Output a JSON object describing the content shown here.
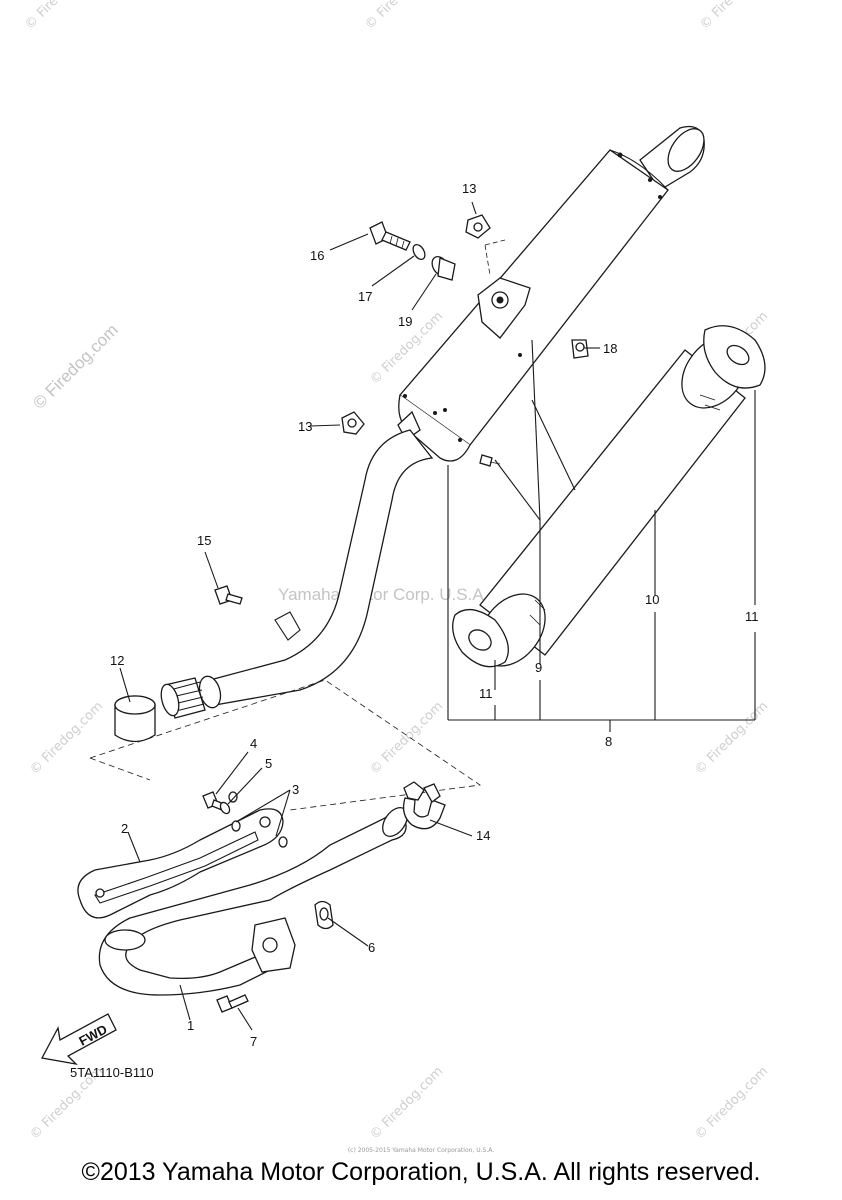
{
  "callouts": {
    "c1": "1",
    "c2": "2",
    "c3": "3",
    "c4": "4",
    "c5": "5",
    "c6": "6",
    "c7": "7",
    "c8": "8",
    "c9": "9",
    "c10": "10",
    "c11a": "11",
    "c11b": "11",
    "c12": "12",
    "c13a": "13",
    "c13b": "13",
    "c14": "14",
    "c15": "15",
    "c16": "16",
    "c17": "17",
    "c18": "18",
    "c19": "19"
  },
  "fwd_label": "FWD",
  "diagram_code": "5TA1110-B110",
  "center_watermark": "Yamaha Motor Corp. U.S.A.",
  "side_watermark": "© Firedog.com",
  "tile_watermark": "© Firedog.com",
  "footer_small": "(c) 2005-2015 Yamaha Motor Corporation, U.S.A.",
  "copyright": "©2013 Yamaha Motor Corporation, U.S.A. All rights reserved."
}
